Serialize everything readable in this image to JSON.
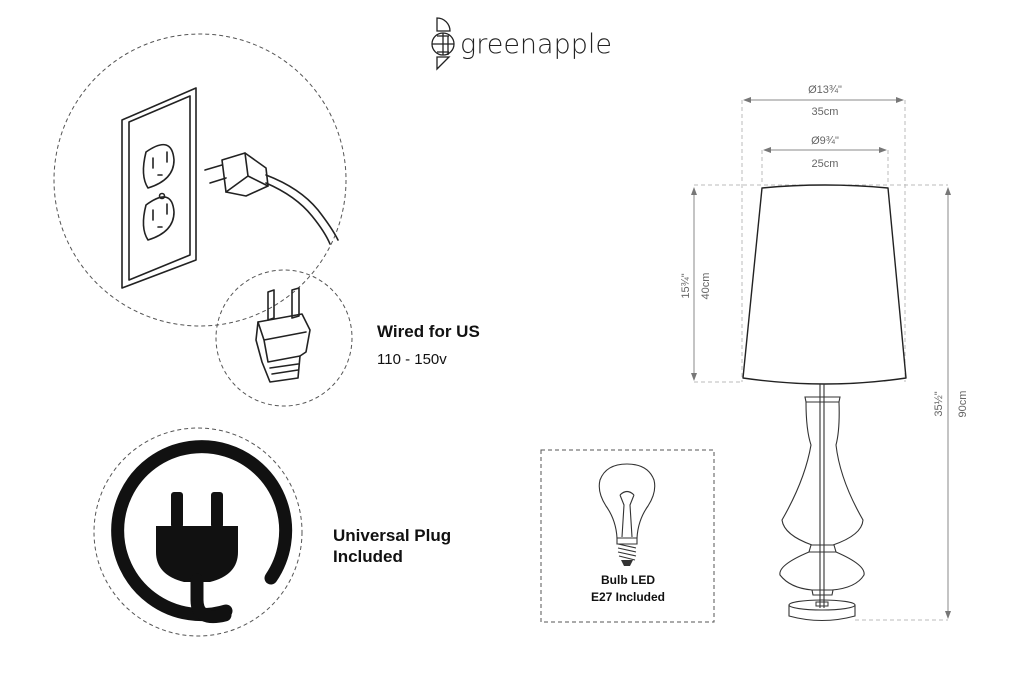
{
  "brand": {
    "name": "greenapple"
  },
  "plug_us": {
    "title": "Wired for US",
    "voltage": "110 - 150v"
  },
  "plug_universal": {
    "title_line1": "Universal Plug",
    "title_line2": "Included"
  },
  "bulb": {
    "line1": "Bulb LED",
    "line2": "E27 Included"
  },
  "dimensions": {
    "shade_bottom_in": "Ø13¾\"",
    "shade_bottom_cm": "35cm",
    "shade_top_in": "Ø9¾\"",
    "shade_top_cm": "25cm",
    "shade_height_in": "15¾\"",
    "shade_height_cm": "40cm",
    "total_height_in": "35½\"",
    "total_height_cm": "90cm"
  }
}
